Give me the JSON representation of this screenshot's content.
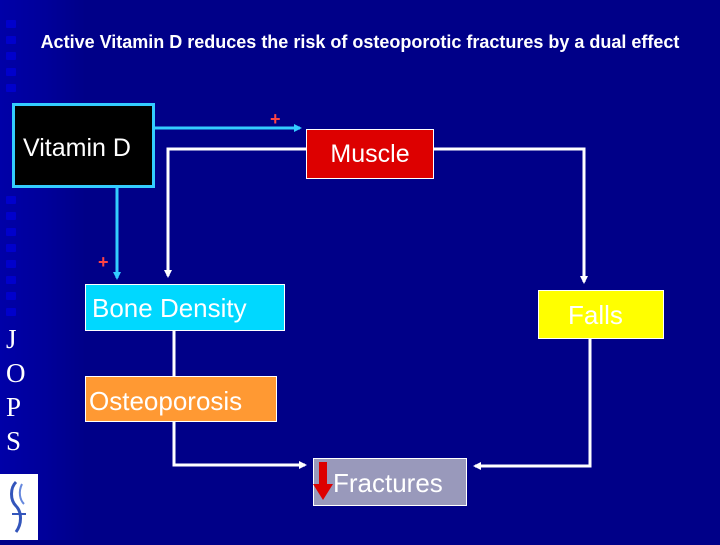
{
  "title": "Active Vitamin D reduces the risk of osteoporotic fractures by a dual effect",
  "nodes": {
    "vitamin_d": "Vitamin D",
    "muscle": "Muscle",
    "bone_density": "Bone Density",
    "falls": "Falls",
    "osteoporosis": "Osteoporosis",
    "fractures": "Fractures"
  },
  "effects": {
    "vitd_to_muscle": "+",
    "vitd_to_bone": "+"
  },
  "side_letters": [
    "J",
    "O",
    "P",
    "S"
  ],
  "colors": {
    "background": "#000088",
    "vitamin_d_border": "#33ccff",
    "muscle": "#dd0000",
    "bone_density": "#00d8ff",
    "falls": "#ffff00",
    "osteoporosis": "#ff9933",
    "fractures": "#9999bb",
    "plus": "#ff4444",
    "arrow_down": "#dd0000"
  }
}
